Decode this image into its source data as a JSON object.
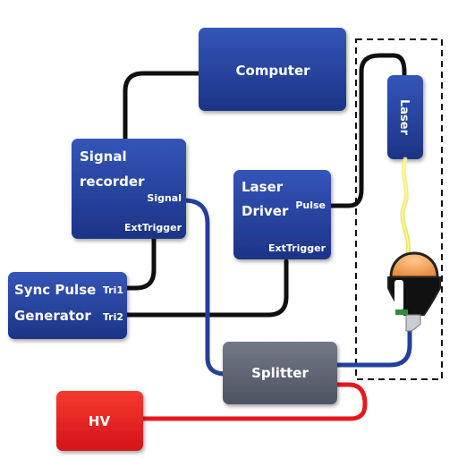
{
  "colors": {
    "block_blue": "#24409a",
    "splitter_gray": "#5f6472",
    "hv_red": "#e8171d",
    "cable_black": "#0f0f0f",
    "cable_blue": "#24409a",
    "cable_red": "#e8171d",
    "dashed_border": "#111111",
    "beam_yellow": "#efe64c",
    "detector_orange": "#f2a05a"
  },
  "blocks": {
    "computer": {
      "label": "Computer"
    },
    "laser": {
      "label": "Laser"
    },
    "signal_recorder": {
      "label_line1": "Signal",
      "label_line2": "recorder",
      "port_signal": "Signal",
      "port_ext_trigger": "ExtTrigger"
    },
    "laser_driver": {
      "label_line1": "Laser",
      "label_line2": "Driver",
      "port_pulse": "Pulse",
      "port_ext_trigger": "ExtTrigger"
    },
    "sync_pulse_generator": {
      "label_line1": "Sync Pulse",
      "label_line2": "Generator",
      "port_tri1": "Tri1",
      "port_tri2": "Tri2"
    },
    "splitter": {
      "label": "Splitter"
    },
    "hv": {
      "label": "HV"
    }
  }
}
